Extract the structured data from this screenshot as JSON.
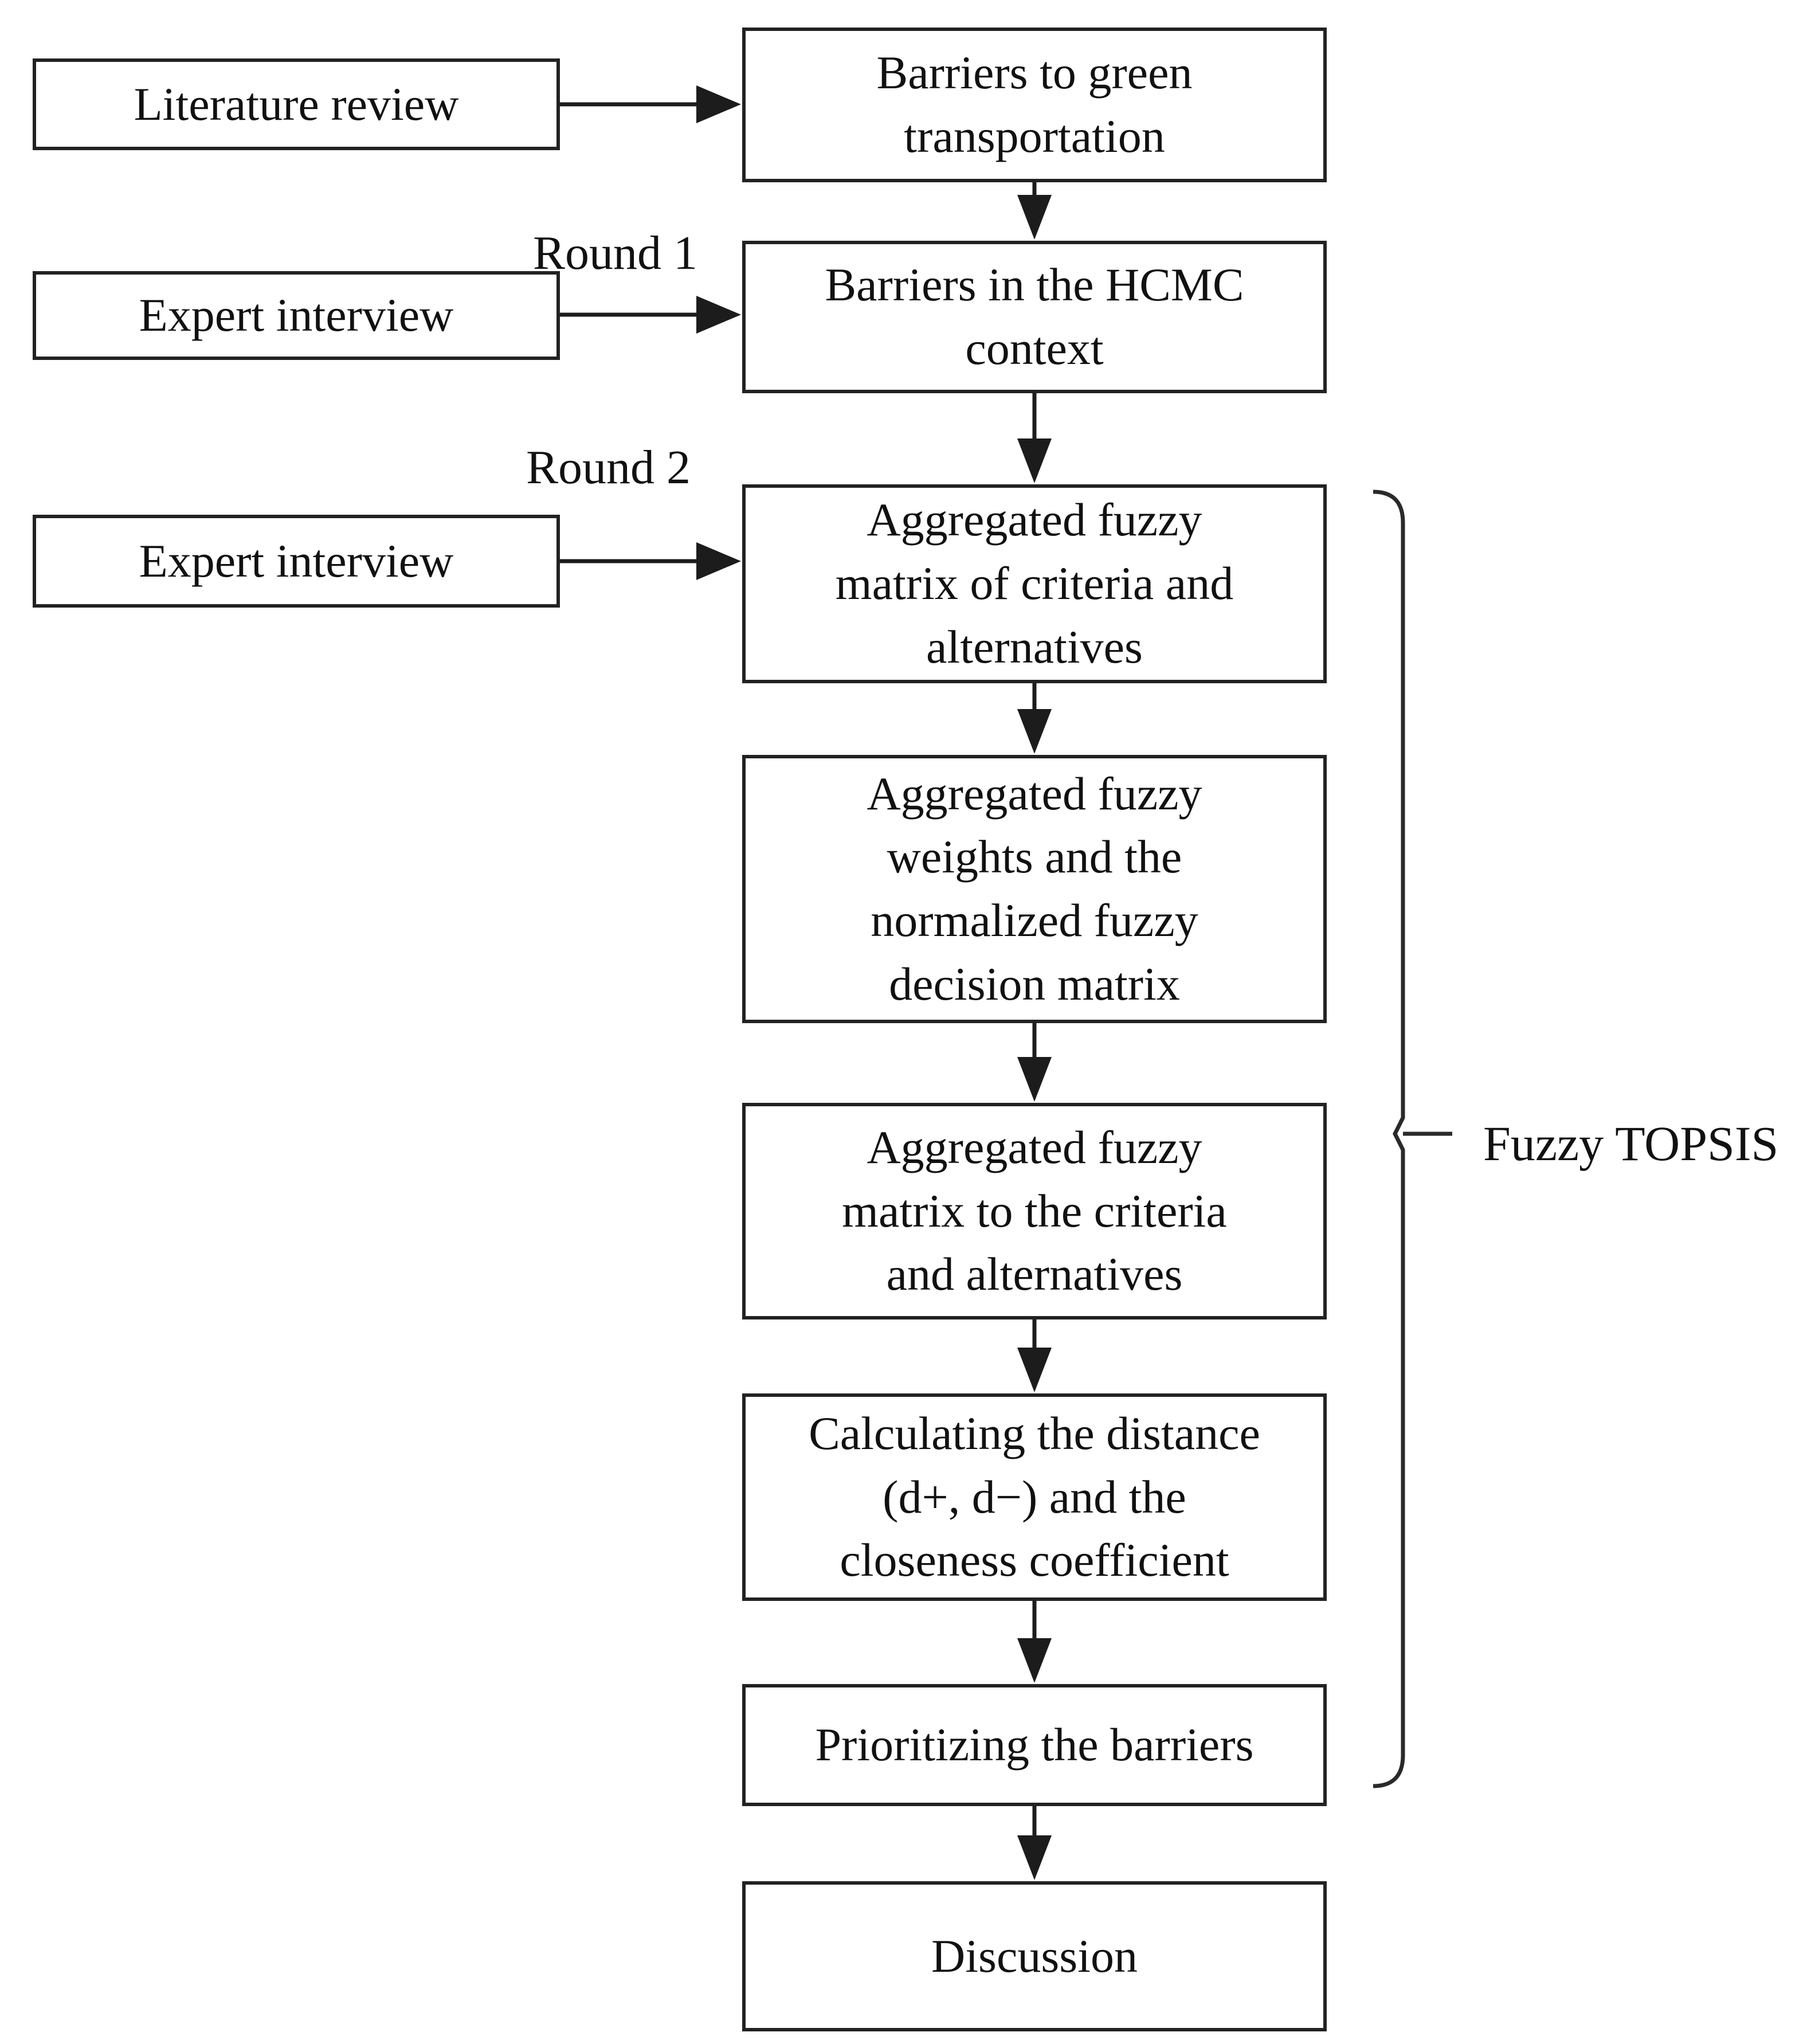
{
  "colors": {
    "background": "#ffffff",
    "line": "#1c1c1c",
    "box_border": "#222222",
    "box_fill": "#ffffff",
    "text": "#111111"
  },
  "annotations": {
    "round_1": "Round 1",
    "round_2": "Round 2"
  },
  "input_boxes": [
    {
      "id": "literature-review",
      "label": "Literature review"
    },
    {
      "id": "expert-interview-round-1",
      "label": "Expert interview"
    },
    {
      "id": "expert-interview-round-2",
      "label": "Expert interview"
    }
  ],
  "process_boxes": [
    {
      "id": "barriers-green-transportation",
      "label": "Barriers to green\ntransportation"
    },
    {
      "id": "barriers-hcmc-context",
      "label": "Barriers in the HCMC\ncontext"
    },
    {
      "id": "aggregated-fuzzy-matrix-criteria-alternatives",
      "label": "Aggregated fuzzy\nmatrix of criteria and\nalternatives"
    },
    {
      "id": "aggregated-fuzzy-weights-normalized-matrix",
      "label": "Aggregated fuzzy\nweights and the\nnormalized fuzzy\ndecision matrix"
    },
    {
      "id": "aggregated-fuzzy-matrix-to-criteria-alternatives",
      "label": "Aggregated fuzzy\nmatrix to the criteria\nand alternatives"
    },
    {
      "id": "calculating-distance-closeness-coefficient",
      "label": "Calculating the distance\n(d+, d−) and the\ncloseness coefficient"
    },
    {
      "id": "prioritizing-barriers",
      "label": "Prioritizing the barriers"
    },
    {
      "id": "discussion",
      "label": "Discussion"
    }
  ],
  "edges": [
    {
      "from": "literature-review",
      "to": "barriers-green-transportation"
    },
    {
      "from": "expert-interview-round-1",
      "to": "barriers-hcmc-context"
    },
    {
      "from": "expert-interview-round-2",
      "to": "aggregated-fuzzy-matrix-criteria-alternatives"
    },
    {
      "from": "barriers-green-transportation",
      "to": "barriers-hcmc-context"
    },
    {
      "from": "barriers-hcmc-context",
      "to": "aggregated-fuzzy-matrix-criteria-alternatives"
    },
    {
      "from": "aggregated-fuzzy-matrix-criteria-alternatives",
      "to": "aggregated-fuzzy-weights-normalized-matrix"
    },
    {
      "from": "aggregated-fuzzy-weights-normalized-matrix",
      "to": "aggregated-fuzzy-matrix-to-criteria-alternatives"
    },
    {
      "from": "aggregated-fuzzy-matrix-to-criteria-alternatives",
      "to": "calculating-distance-closeness-coefficient"
    },
    {
      "from": "calculating-distance-closeness-coefficient",
      "to": "prioritizing-barriers"
    },
    {
      "from": "prioritizing-barriers",
      "to": "discussion"
    }
  ],
  "bracket": {
    "label": "Fuzzy TOPSIS",
    "groups": [
      "aggregated-fuzzy-matrix-criteria-alternatives",
      "aggregated-fuzzy-weights-normalized-matrix",
      "aggregated-fuzzy-matrix-to-criteria-alternatives",
      "calculating-distance-closeness-coefficient",
      "prioritizing-barriers"
    ]
  }
}
